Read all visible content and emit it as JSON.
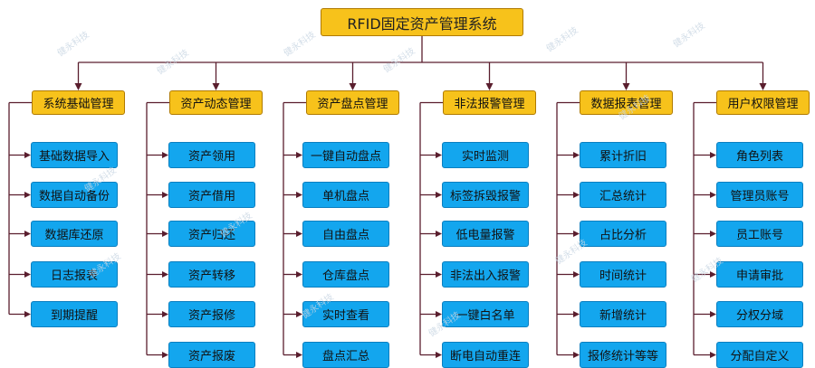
{
  "root": "RFID固定资产管理系统",
  "colors": {
    "yellow": "#f7c21b",
    "blue": "#13a6ee",
    "line": "#5a1e2e"
  },
  "watermark": "健永科技",
  "columns": [
    {
      "title": "系统基础管理",
      "items": [
        "基础数据导入",
        "数据自动备份",
        "数据库还原",
        "日志报表",
        "到期提醒"
      ]
    },
    {
      "title": "资产动态管理",
      "items": [
        "资产领用",
        "资产借用",
        "资产归还",
        "资产转移",
        "资产报修",
        "资产报废"
      ]
    },
    {
      "title": "资产盘点管理",
      "items": [
        "一键自动盘点",
        "单机盘点",
        "自由盘点",
        "仓库盘点",
        "实时查看",
        "盘点汇总"
      ]
    },
    {
      "title": "非法报警管理",
      "items": [
        "实时监测",
        "标签拆毁报警",
        "低电量报警",
        "非法出入报警",
        "一键白名单",
        "断电自动重连"
      ]
    },
    {
      "title": "数据报表管理",
      "items": [
        "累计折旧",
        "汇总统计",
        "占比分析",
        "时间统计",
        "新增统计",
        "报修统计等等"
      ]
    },
    {
      "title": "用户权限管理",
      "items": [
        "角色列表",
        "管理员账号",
        "员工账号",
        "申请审批",
        "分权分域",
        "分配自定义"
      ]
    }
  ]
}
